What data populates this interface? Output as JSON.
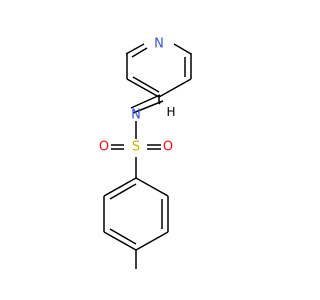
{
  "molecule": {
    "atoms": {
      "pyridine_n": {
        "symbol": "N",
        "color": "#3050F8"
      },
      "imine_n": {
        "symbol": "N",
        "color": "#3050F8"
      },
      "sulfur": {
        "symbol": "S",
        "color": "#C8B400"
      },
      "oxygen_left": {
        "symbol": "O",
        "color": "#FF0D0D"
      },
      "oxygen_right": {
        "symbol": "O",
        "color": "#FF0D0D"
      },
      "imine_h": {
        "symbol": "H",
        "color": "#000000"
      }
    },
    "bond_color": "#000000"
  }
}
